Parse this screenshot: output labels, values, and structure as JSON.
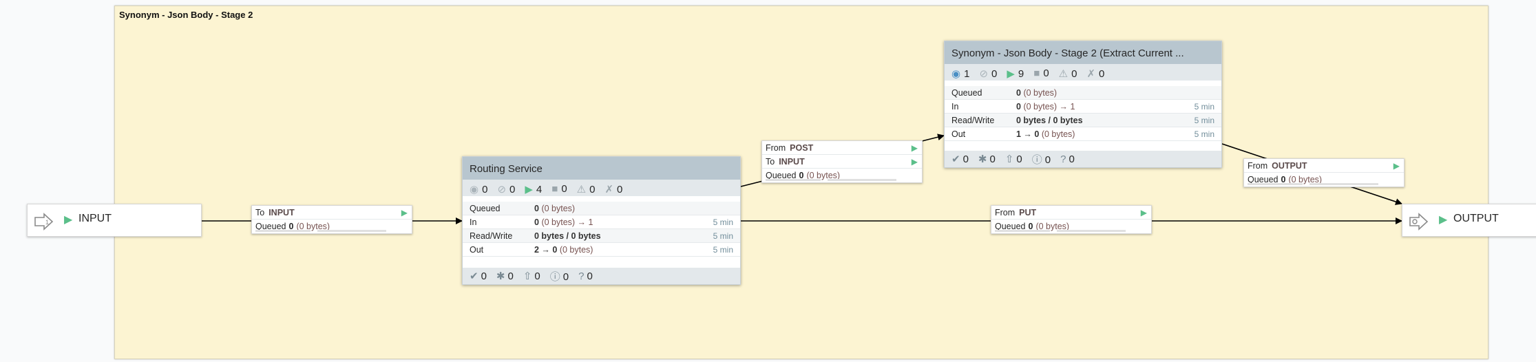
{
  "group": {
    "title": "Synonym - Json Body - Stage 2"
  },
  "input_port": {
    "name": "INPUT",
    "icon": "input-port-icon",
    "status_icon": "play-icon"
  },
  "output_port": {
    "name": "OUTPUT",
    "icon": "output-port-icon",
    "status_icon": "play-icon"
  },
  "routing_service": {
    "title": "Routing Service",
    "stats": {
      "transmitting": "0",
      "not_transmitting": "0",
      "running": "4",
      "stopped": "0",
      "invalid": "0",
      "disabled": "0"
    },
    "rows": [
      {
        "label": "Queued",
        "value_bold": "0",
        "value_rest": "(0 bytes)",
        "time": ""
      },
      {
        "label": "In",
        "value_bold": "0",
        "value_rest": "(0 bytes) → 1",
        "time": "5 min"
      },
      {
        "label": "Read/Write",
        "value_bold": "0 bytes / 0 bytes",
        "value_rest": "",
        "time": "5 min"
      },
      {
        "label": "Out",
        "value_bold": "2 → 0",
        "value_rest": "(0 bytes)",
        "time": "5 min"
      }
    ],
    "footer": {
      "up_to_date": "0",
      "locally_modified": "0",
      "stale": "0",
      "errors": "0",
      "sync_failure": "0"
    }
  },
  "stage2_group": {
    "title": "Synonym - Json Body - Stage 2 (Extract Current ...",
    "stats": {
      "transmitting": "1",
      "not_transmitting": "0",
      "running": "9",
      "stopped": "0",
      "invalid": "0",
      "disabled": "0"
    },
    "rows": [
      {
        "label": "Queued",
        "value_bold": "0",
        "value_rest": "(0 bytes)",
        "time": ""
      },
      {
        "label": "In",
        "value_bold": "0",
        "value_rest": "(0 bytes) → 1",
        "time": "5 min"
      },
      {
        "label": "Read/Write",
        "value_bold": "0 bytes / 0 bytes",
        "value_rest": "",
        "time": "5 min"
      },
      {
        "label": "Out",
        "value_bold": "1 → 0",
        "value_rest": "(0 bytes)",
        "time": "5 min"
      }
    ],
    "footer": {
      "up_to_date": "0",
      "locally_modified": "0",
      "stale": "0",
      "errors": "0",
      "sync_failure": "0"
    }
  },
  "connections": {
    "to_input": {
      "to_label": "To",
      "to_value": "INPUT",
      "queued_label": "Queued",
      "queued_count": "0",
      "queued_size": "(0 bytes)"
    },
    "from_post": {
      "from_label": "From",
      "from_value": "POST",
      "to_label": "To",
      "to_value": "INPUT",
      "queued_label": "Queued",
      "queued_count": "0",
      "queued_size": "(0 bytes)"
    },
    "from_put": {
      "from_label": "From",
      "from_value": "PUT",
      "queued_label": "Queued",
      "queued_count": "0",
      "queued_size": "(0 bytes)"
    },
    "from_output": {
      "from_label": "From",
      "from_value": "OUTPUT",
      "queued_label": "Queued",
      "queued_count": "0",
      "queued_size": "(0 bytes)"
    }
  },
  "colors": {
    "group_bg": "#fcf4d2",
    "header_bg": "#b8c6cf",
    "running": "#5bbf8a",
    "stats_bg": "#e3e8eb"
  }
}
